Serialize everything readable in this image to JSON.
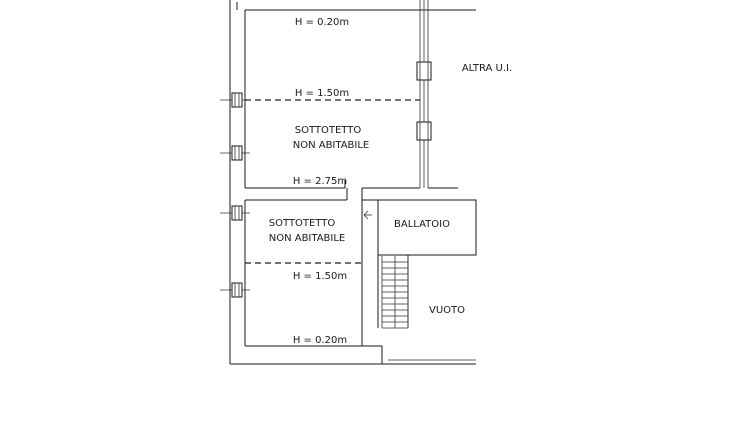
{
  "labels": {
    "upper_room_h_top": "H = 0.20m",
    "upper_room_h_mid": "H = 1.50m",
    "upper_room_name_1": "SOTTOTETTO",
    "upper_room_name_2": "NON ABITABILE",
    "upper_room_h_bottom": "H = 2.75m",
    "other_unit": "ALTRA U.I.",
    "lower_room_name_1": "SOTTOTETTO",
    "lower_room_name_2": "NON ABITABILE",
    "lower_room_h_mid": "H = 1.50m",
    "lower_room_h_bottom": "H = 0.20m",
    "balcony": "BALLATOIO",
    "void": "VUOTO"
  }
}
